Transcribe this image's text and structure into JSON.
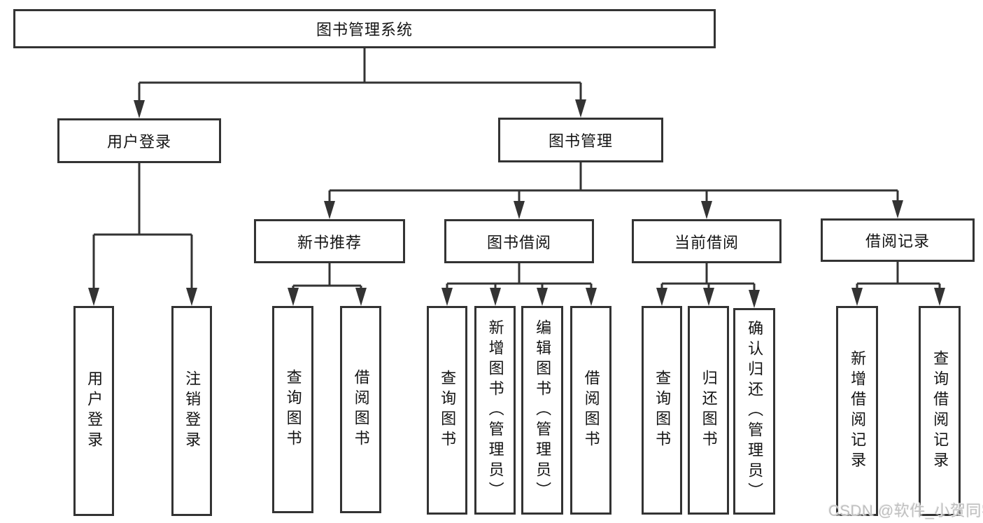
{
  "diagram": {
    "root": {
      "label": "图书管理系统"
    },
    "branches": {
      "user_login": {
        "label": "用户登录"
      },
      "book_mgmt": {
        "label": "图书管理"
      }
    },
    "modules": {
      "new_book_rec": {
        "label": "新书推荐"
      },
      "book_borrow": {
        "label": "图书借阅"
      },
      "current_borrow": {
        "label": "当前借阅"
      },
      "borrow_record": {
        "label": "借阅记录"
      }
    },
    "functions": {
      "user_login": {
        "label": "用户登录"
      },
      "logout": {
        "label": "注销登录"
      },
      "rec_query_books": {
        "label": "查询图书"
      },
      "rec_borrow_books": {
        "label": "借阅图书"
      },
      "bb_query_books": {
        "label": "查询图书"
      },
      "bb_add_books": {
        "label": "新增图书（管理员）"
      },
      "bb_edit_books": {
        "label": "编辑图书（管理员）"
      },
      "bb_borrow_books": {
        "label": "借阅图书"
      },
      "cb_query_books": {
        "label": "查询图书"
      },
      "cb_return_books": {
        "label": "归还图书"
      },
      "cb_confirm_return": {
        "label": "确认归还（管理员）"
      },
      "br_add_record": {
        "label": "新增借阅记录"
      },
      "br_query_record": {
        "label": "查询借阅记录"
      }
    }
  },
  "watermark": {
    "text": "CSDN @软件_小贺同学"
  },
  "colors": {
    "line": "#333333",
    "border": "#333333",
    "text": "#141414",
    "background": "#ffffff",
    "watermark": "#c0c0c0"
  }
}
